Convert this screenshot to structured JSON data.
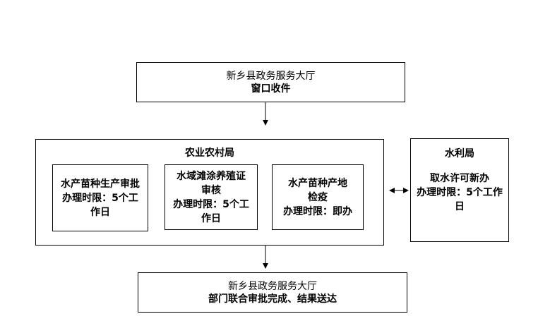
{
  "top_box": {
    "line1": "新乡县政务服务大厅",
    "line2": "窗口收件"
  },
  "agri_bureau": {
    "title": "农业农村局",
    "items": [
      {
        "lines": [
          "水产苗种生产审批",
          "办理时限：5个工",
          "作日"
        ]
      },
      {
        "lines": [
          "水域滩涂养殖证",
          "审核",
          "办理时限：5个工",
          "作日"
        ]
      },
      {
        "lines": [
          "水产苗种产地",
          "检疫",
          "办理时限：即办"
        ]
      }
    ]
  },
  "water_bureau": {
    "title": "水利局",
    "lines": [
      "取水许可新办",
      "办理时限：5个工作",
      "日"
    ]
  },
  "bottom_box": {
    "line1": "新乡县政务服务大厅",
    "line2": "部门联合审批完成、结果送达"
  }
}
